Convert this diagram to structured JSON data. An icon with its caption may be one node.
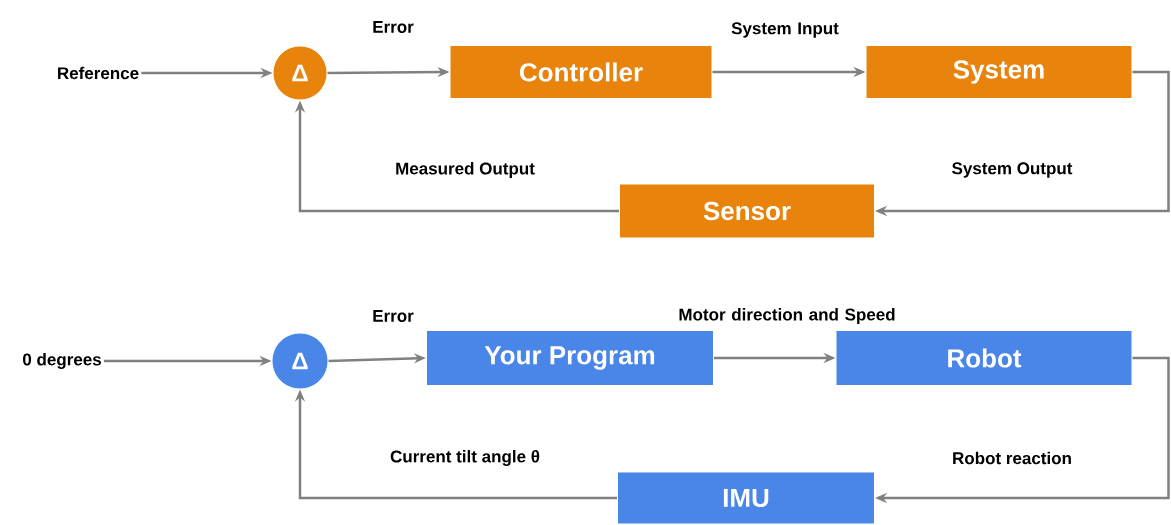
{
  "diagram": {
    "nodes": [
      {
        "text": [
          "Reference"
        ]
      },
      {
        "text": [
          "Δ"
        ]
      },
      {
        "text": [
          "Controller"
        ]
      },
      {
        "text": [
          "System"
        ]
      },
      {
        "text": [
          "Sensor"
        ]
      },
      {
        "text": [
          "0 degrees"
        ]
      },
      {
        "text": [
          "Δ"
        ]
      },
      {
        "text": [
          "Your Program"
        ]
      },
      {
        "text": [
          "Robot"
        ]
      },
      {
        "text": [
          "IMU"
        ]
      }
    ],
    "edges": [
      {
        "from": 0,
        "to": 1,
        "arrow": "to"
      },
      {
        "from": 1,
        "to": 2,
        "arrow": "to",
        "label": "Error"
      },
      {
        "from": 2,
        "to": 3,
        "arrow": "to",
        "label": "System Input"
      },
      {
        "from": 3,
        "to": 4,
        "arrow": "to",
        "label": "System Output"
      },
      {
        "from": 4,
        "to": 1,
        "arrow": "to",
        "label": "Measured Output"
      },
      {
        "from": 5,
        "to": 6,
        "arrow": "to"
      },
      {
        "from": 6,
        "to": 7,
        "arrow": "to",
        "label": "Error"
      },
      {
        "from": 7,
        "to": 8,
        "arrow": "to",
        "label": "Motor direction and Speed"
      },
      {
        "from": 8,
        "to": 9,
        "arrow": "to",
        "label": "Robot reaction"
      },
      {
        "from": 9,
        "to": 6,
        "arrow": "to",
        "label": "Current tilt angle θ"
      }
    ]
  }
}
